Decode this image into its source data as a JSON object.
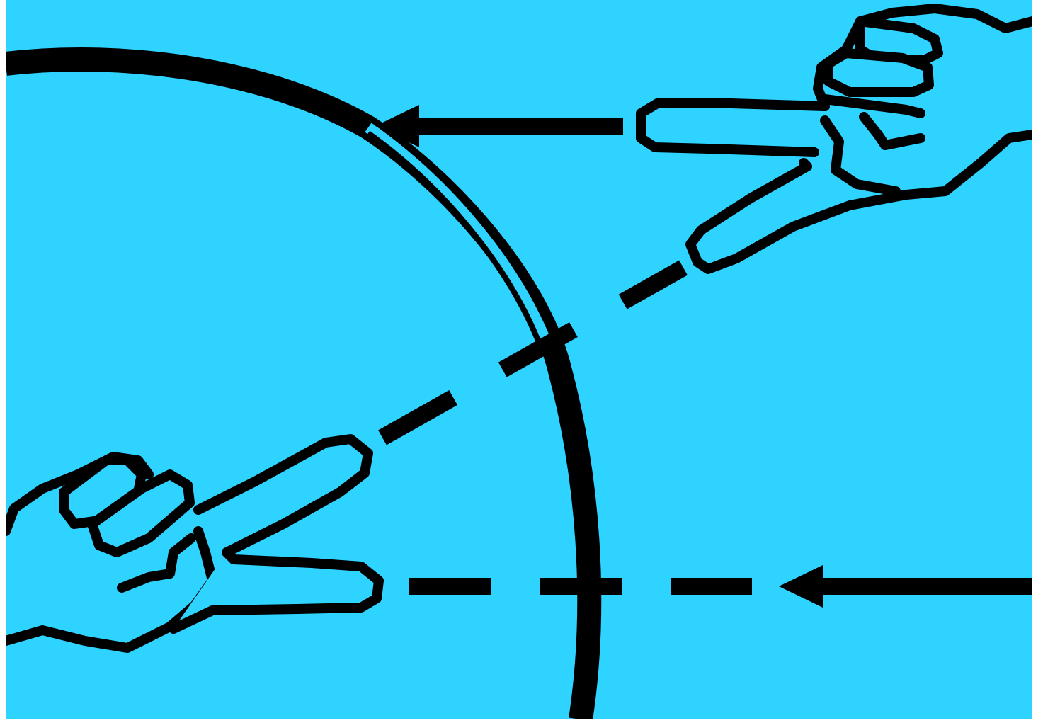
{
  "colors": {
    "background": "#2ed3ff",
    "ink": "#000000",
    "frame": "#ffffff"
  },
  "illustration": {
    "subject": "handshape-sign-diagram",
    "hand_count": 2,
    "arrow_count": 2,
    "icons": [
      "curved-path-line",
      "v-handshape-upper-right",
      "v-handshape-lower-left",
      "movement-arrow-left-upper",
      "movement-arrow-left-lower",
      "dashed-gaze-line-diagonal",
      "dashed-gaze-line-horizontal"
    ]
  }
}
